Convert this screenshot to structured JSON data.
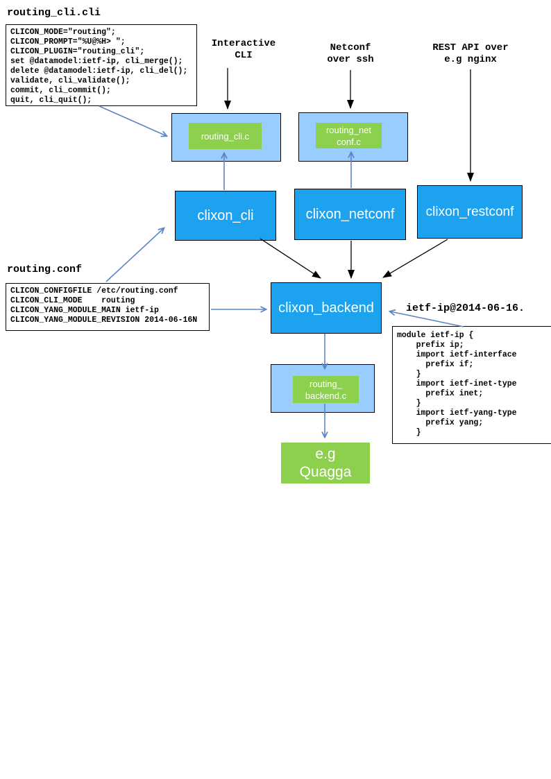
{
  "palette": {
    "node_blue": "#1CA2EE",
    "shell_light_blue": "#99CCFF",
    "plugin_green": "#8DD04D",
    "connector_blue": "#5B85C4",
    "connector_black": "#000000"
  },
  "files": {
    "cli_file": {
      "title": "routing_cli.cli",
      "code": "CLICON_MODE=\"routing\";\nCLICON_PROMPT=\"%U@%H> \";\nCLICON_PLUGIN=\"routing_cli\";\nset @datamodel:ietf-ip, cli_merge();\ndelete @datamodel:ietf-ip, cli_del();\nvalidate, cli_validate();\ncommit, cli_commit();\nquit, cli_quit();"
    },
    "conf_file": {
      "title": "routing.conf",
      "code": "CLICON_CONFIGFILE /etc/routing.conf\nCLICON_CLI_MODE    routing\nCLICON_YANG_MODULE_MAIN ietf-ip\nCLICON_YANG_MODULE_REVISION 2014-06-16N"
    },
    "yang_file": {
      "label": "ietf-ip@2014-06-16.",
      "code": "module ietf-ip {\n    prefix ip;\n    import ietf-interface\n      prefix if;\n    }\n    import ietf-inet-type\n      prefix inet;\n    }\n    import ietf-yang-type\n      prefix yang;\n    }"
    }
  },
  "labels": {
    "interactive_cli": "Interactive\nCLI",
    "netconf_ssh": "Netconf\nover ssh",
    "rest_api": "REST API over\ne.g nginx"
  },
  "nodes": {
    "routing_cli_plugin": "routing_cli.c",
    "routing_netconf_plugin": "routing_net\nconf.c",
    "clixon_cli": "clixon_cli",
    "clixon_netconf": "clixon_netconf",
    "clixon_restconf": "clixon_restconf",
    "clixon_backend": "clixon_backend",
    "routing_backend_plugin": "routing_\nbackend.c",
    "quagga": "e.g\nQuagga"
  }
}
